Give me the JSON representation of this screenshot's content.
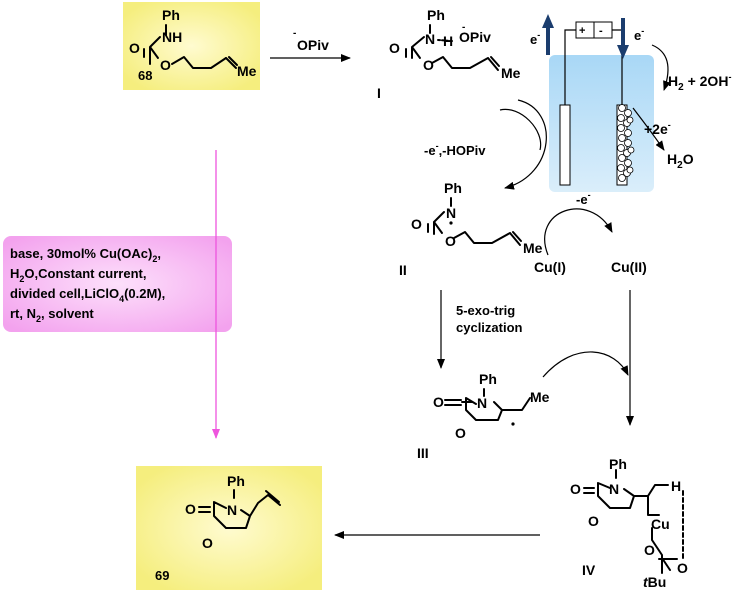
{
  "compound_68": {
    "number": "68",
    "ph": "Ph",
    "nh": "NH",
    "o1": "O",
    "o2": "O",
    "me": "Me"
  },
  "compound_69": {
    "number": "69",
    "ph": "Ph",
    "n": "N",
    "o1": "O",
    "o2": "O"
  },
  "reagent_top": {
    "charge": "-",
    "label": "OPiv"
  },
  "intermediate_I": {
    "label": "I",
    "ph": "Ph",
    "n": "N",
    "h": "H",
    "charge": "-",
    "opiv": "OPiv",
    "o1": "O",
    "o2": "O",
    "me": "Me"
  },
  "intermediate_II": {
    "label": "II",
    "ph": "Ph",
    "n": "N",
    "o1": "O",
    "o2": "O",
    "me": "Me"
  },
  "intermediate_III": {
    "label": "III",
    "ph": "Ph",
    "n": "N",
    "o1": "O",
    "o2": "O",
    "me": "Me"
  },
  "intermediate_IV": {
    "label": "IV",
    "ph": "Ph",
    "n": "N",
    "h": "H",
    "cu": "Cu",
    "o1": "O",
    "o2": "O",
    "o3": "O",
    "o4": "O",
    "tbu_italic": "t",
    "tbu": "Bu"
  },
  "oxidation_step": {
    "text": "-e",
    "sup": "-",
    "suffix": ",-HOPiv"
  },
  "cyclization": {
    "line1": "5-exo-trig",
    "line2": "cyclization"
  },
  "cell": {
    "electron_left": "e",
    "electron_right": "e",
    "electron_sup": "-",
    "plus": "+",
    "minus": "-",
    "h2_text": "H",
    "h2_sub": "2",
    "h2_mid": " + 2OH",
    "h2_sup": "-",
    "two_e": "+2e",
    "two_e_sup": "-",
    "water": "H",
    "water_sub": "2",
    "water_end": "O",
    "minus_e": "-e",
    "minus_e_sup": "-"
  },
  "copper": {
    "cu_i": "Cu(I)",
    "cu_ii": "Cu(II)"
  },
  "conditions": {
    "l1_a": "base, 30mol% Cu(OAc)",
    "l1_sub": "2",
    "l1_b": ",",
    "l2_a": "H",
    "l2_sub": "2",
    "l2_b": "O,Constant current,",
    "l3_a": "divided cell,LiClO",
    "l3_sub": "4",
    "l3_b": "(0.2M),",
    "l4_a": "rt, N",
    "l4_sub": "2",
    "l4_b": ", solvent"
  },
  "colors": {
    "yellow_box": "#f7f08c",
    "pink_box": "#f5a8f0",
    "pink_arrow": "#ee55dd",
    "electrode_blue": "#bfe1f7",
    "electron_arrow": "#1b3d6e"
  }
}
